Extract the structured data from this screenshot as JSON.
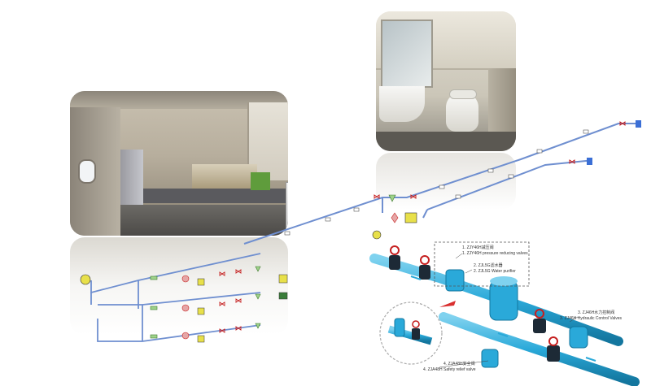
{
  "components": [
    {
      "number": "1.",
      "code_cn": "ZJY46H减压阀",
      "label_en": "ZJY46H pressure reducing valves"
    },
    {
      "number": "2.",
      "code_cn": "ZJL5G滤水器",
      "label_en": "ZJL5G Water purifier"
    },
    {
      "number": "3.",
      "code_cn": "ZJ46H水力控制阀",
      "label_en": "ZJ46H Hydraulic Control Valves"
    },
    {
      "number": "4.",
      "code_cn": "ZJA48H安全阀",
      "label_en": "ZJA48H Safety relief valve"
    }
  ],
  "colors": {
    "pipe": "#6f8fd0",
    "pipe_blue_3d": "#2aa9d9",
    "valve_red": "#c51f1f",
    "valve_dark": "#1d2a36",
    "arrow_red": "#d93030",
    "symbol_yellow": "#e8e04a"
  }
}
